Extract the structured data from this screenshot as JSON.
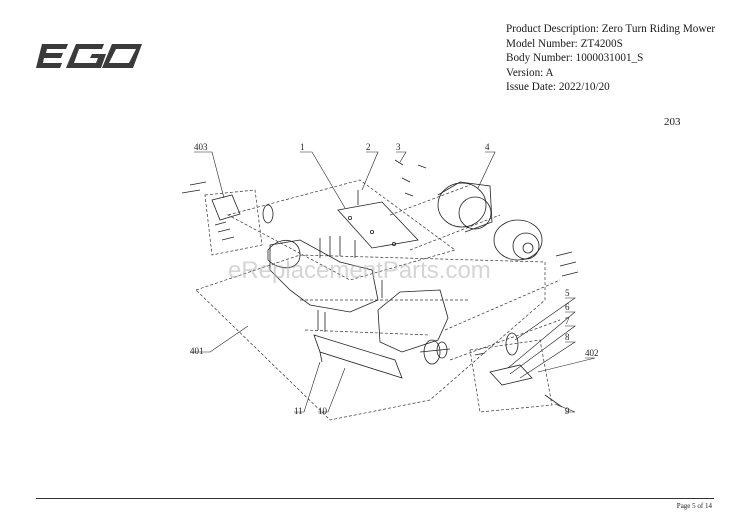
{
  "header": {
    "logo_text": "EGO",
    "product_description": "Product Description: Zero Turn Riding Mower",
    "model_number": "Model Number: ZT4200S",
    "body_number": "Body Number: 1000031001_S",
    "version": "Version: A",
    "issue_date": "Issue Date: 2022/10/20"
  },
  "diagram": {
    "page_number": "203",
    "watermark": "eReplacementParts.com",
    "callouts": [
      "403",
      "1",
      "2",
      "3",
      "4",
      "5",
      "6",
      "7",
      "8",
      "402",
      "9",
      "401",
      "11",
      "10"
    ]
  },
  "footer": {
    "page_of": "Page 5 of 14"
  },
  "colors": {
    "ink": "#1a1a1a",
    "logo": "#3a3a3a",
    "line": "#333333"
  }
}
